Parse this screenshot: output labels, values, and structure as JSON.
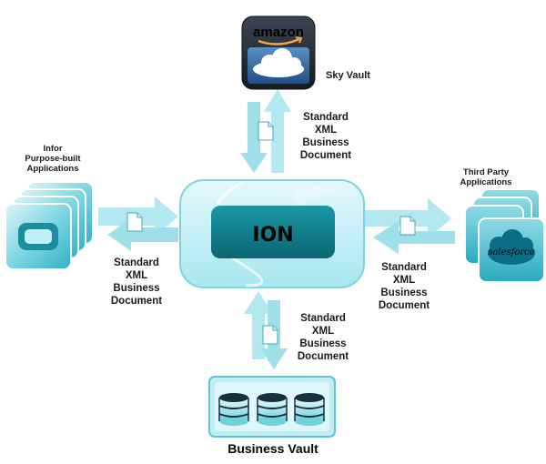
{
  "center": {
    "label": "ION"
  },
  "top_node": {
    "logo_text": "amazon",
    "label": "Sky Vault"
  },
  "left_node": {
    "label_lines": [
      "Infor",
      "Purpose-built",
      "Applications"
    ]
  },
  "right_node": {
    "label_lines": [
      "Third Party",
      "Applications"
    ],
    "logo_text": "salesforce"
  },
  "bottom_node": {
    "label": "Business Vault"
  },
  "doc_label_lines": [
    "Standard",
    "XML",
    "Business",
    "Document"
  ],
  "colors": {
    "teal_dark": "#0e7d8a",
    "teal_light": "#bdeef4",
    "arrow": "#b3e8f0",
    "dark_tile": "#2b3440"
  }
}
